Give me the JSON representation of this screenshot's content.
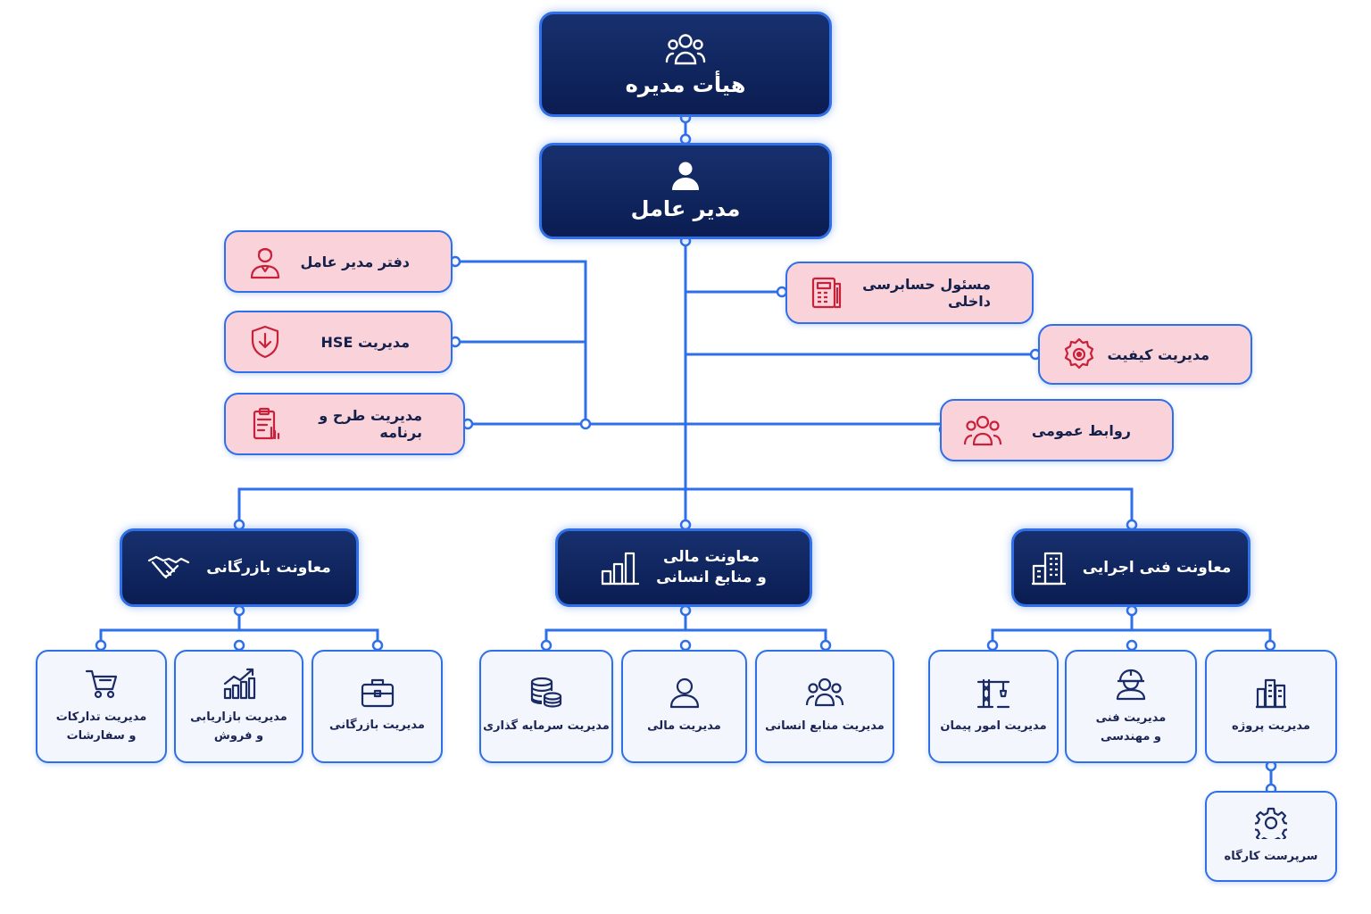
{
  "board": {
    "label": "هیأت مدیره",
    "icon": "group-icon"
  },
  "ceo": {
    "label": "مدیر عامل",
    "icon": "user-icon"
  },
  "staff_left": [
    {
      "label": "دفتر مدیر عامل",
      "icon": "person-icon"
    },
    {
      "label": "مدیریت HSE",
      "icon": "shield-icon"
    },
    {
      "label": "مدیریت طرح و برنامه",
      "icon": "clipboard-icon"
    }
  ],
  "staff_right": [
    {
      "label": "مسئول حسابرسی داخلی",
      "icon": "audit-document-icon"
    },
    {
      "label": "مدیریت کیفیت",
      "icon": "quality-badge-icon"
    },
    {
      "label": "روابط عمومی",
      "icon": "group-icon"
    }
  ],
  "deputies": {
    "commercial": {
      "label": "معاونت بازرگانی",
      "icon": "handshake-icon",
      "units": [
        {
          "label": "مدیریت تدارکات\nو سفارشات",
          "icon": "cart-icon"
        },
        {
          "label": "مدیریت بازاریابی\nو فروش",
          "icon": "growth-chart-icon"
        },
        {
          "label": "مدیریت بازرگانی",
          "icon": "briefcase-icon"
        }
      ]
    },
    "finance": {
      "label": "معاونت مالی\nو منابع انسانی",
      "icon": "bar-chart-icon",
      "units": [
        {
          "label": "مدیریت سرمایه گذاری",
          "icon": "coins-icon"
        },
        {
          "label": "مدیریت مالی",
          "icon": "user-icon"
        },
        {
          "label": "مدیریت منابع انسانی",
          "icon": "group-icon"
        }
      ]
    },
    "technical": {
      "label": "معاونت فنی اجرایی",
      "icon": "buildings-icon",
      "units": [
        {
          "label": "مدیریت امور پیمان",
          "icon": "crane-icon"
        },
        {
          "label": "مدیریت فنی\nو مهندسی",
          "icon": "engineer-icon"
        },
        {
          "label": "مدیریت پروژه",
          "icon": "city-icon"
        }
      ],
      "sub_unit": {
        "label": "سرپرست کارگاه",
        "icon": "gear-icon"
      }
    }
  },
  "colors": {
    "navy": "#0f2461",
    "accent": "#2f6fe8",
    "pink": "#fad3da",
    "card": "#f3f6fc",
    "icon_red": "#c8213a",
    "icon_navy": "#1b2b66"
  }
}
